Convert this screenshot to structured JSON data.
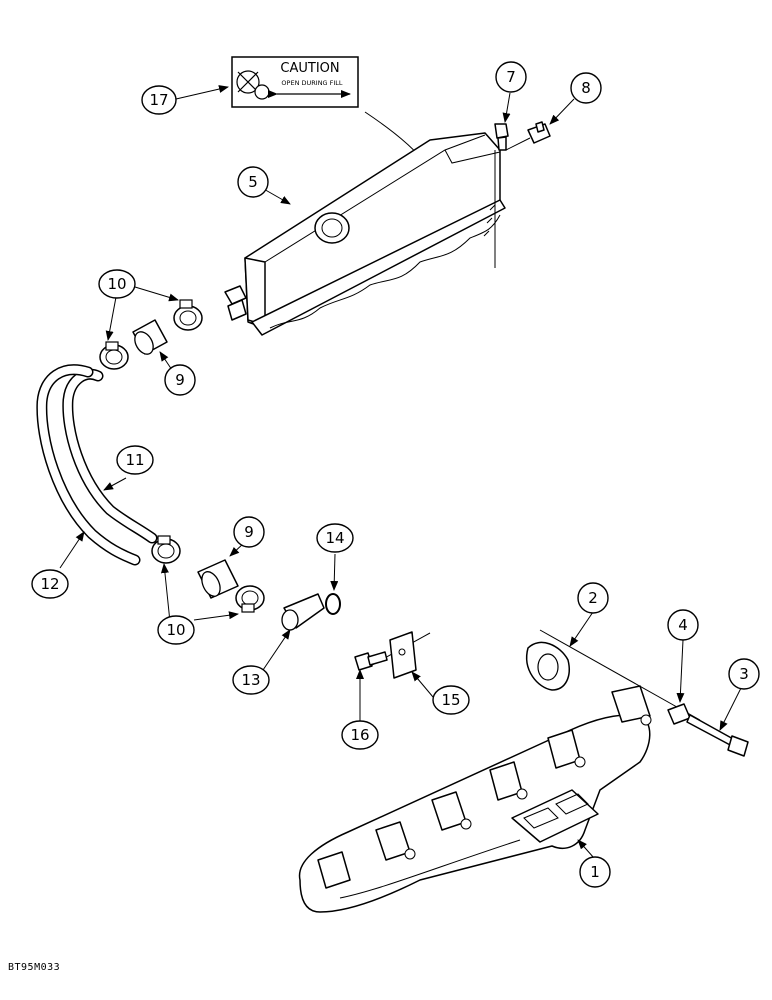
{
  "decal": {
    "heading": "CAUTION",
    "subtext": "OPEN DURING FILL"
  },
  "callouts": {
    "c17": "17",
    "c7": "7",
    "c8": "8",
    "c5": "5",
    "c10a": "10",
    "c9a": "9",
    "c11": "11",
    "c12": "12",
    "c9b": "9",
    "c14": "14",
    "c10b": "10",
    "c13": "13",
    "c2": "2",
    "c4": "4",
    "c3": "3",
    "c15": "15",
    "c16": "16",
    "c1": "1"
  },
  "figure_code": "BT95M033"
}
